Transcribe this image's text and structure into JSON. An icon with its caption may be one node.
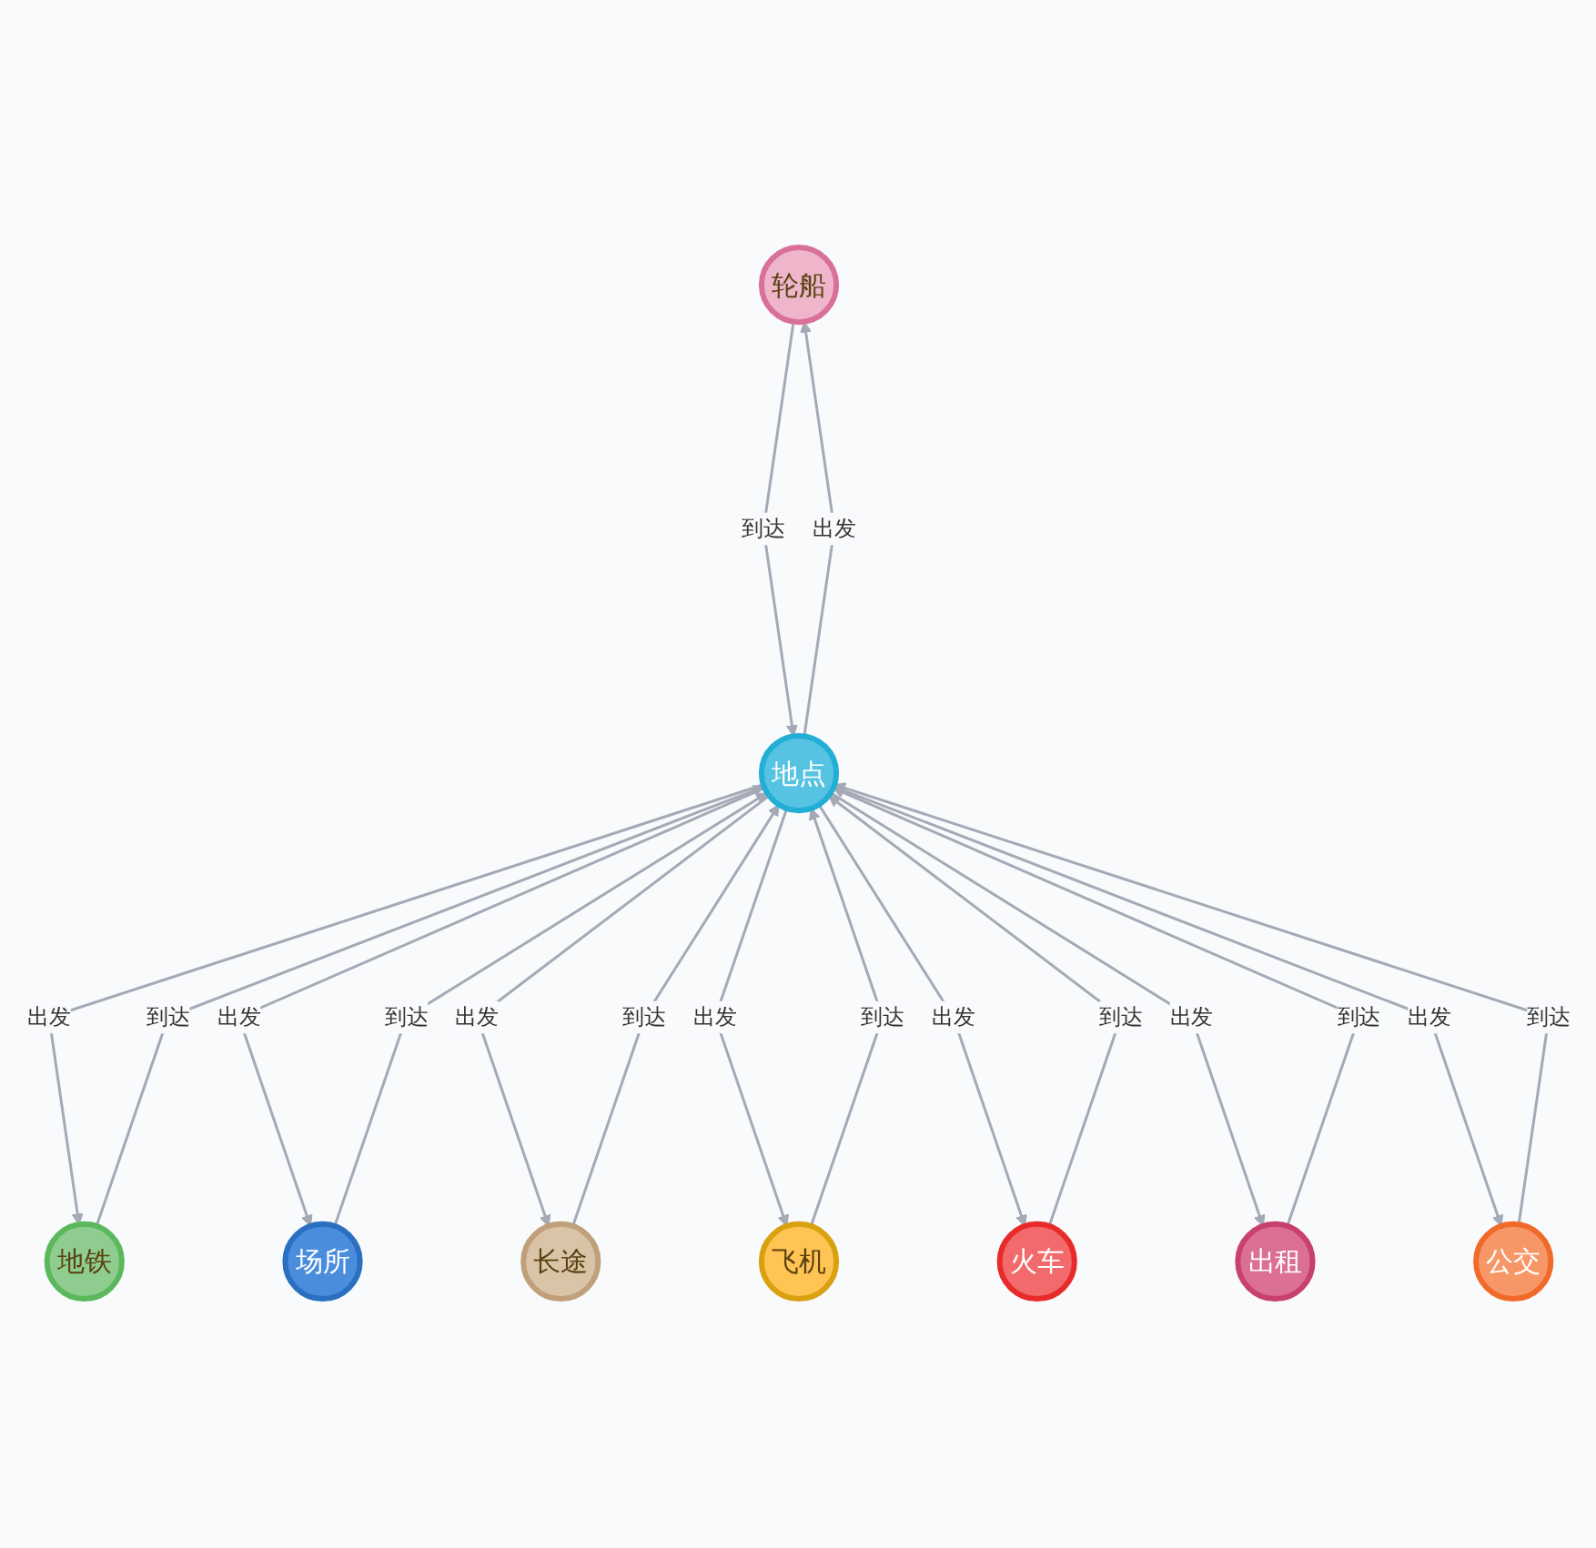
{
  "diagram": {
    "nodes": [
      {
        "text": [
          "轮船"
        ]
      },
      {
        "text": [
          "地铁"
        ]
      },
      {
        "text": [
          "场所"
        ]
      },
      {
        "text": [
          "长途"
        ]
      },
      {
        "text": [
          "地点"
        ]
      },
      {
        "text": [
          "飞机"
        ]
      },
      {
        "text": [
          "火车"
        ]
      },
      {
        "text": [
          "出租"
        ]
      },
      {
        "text": [
          "公交"
        ]
      }
    ],
    "edges": [
      {
        "from": 4,
        "to": 0,
        "arrow": "to",
        "label": "出发"
      },
      {
        "from": 0,
        "to": 4,
        "arrow": "to",
        "label": "到达"
      },
      {
        "from": 4,
        "to": 1,
        "arrow": "to",
        "label": "出发"
      },
      {
        "from": 1,
        "to": 4,
        "arrow": "to",
        "label": "到达"
      },
      {
        "from": 4,
        "to": 2,
        "arrow": "to",
        "label": "出发"
      },
      {
        "from": 2,
        "to": 4,
        "arrow": "to",
        "label": "到达"
      },
      {
        "from": 4,
        "to": 3,
        "arrow": "to",
        "label": "出发"
      },
      {
        "from": 3,
        "to": 4,
        "arrow": "to",
        "label": "到达"
      },
      {
        "from": 4,
        "to": 5,
        "arrow": "to",
        "label": "出发"
      },
      {
        "from": 5,
        "to": 4,
        "arrow": "to",
        "label": "到达"
      },
      {
        "from": 4,
        "to": 6,
        "arrow": "to",
        "label": "出发"
      },
      {
        "from": 6,
        "to": 4,
        "arrow": "to",
        "label": "到达"
      },
      {
        "from": 4,
        "to": 7,
        "arrow": "to",
        "label": "出发"
      },
      {
        "from": 7,
        "to": 4,
        "arrow": "to",
        "label": "到达"
      },
      {
        "from": 4,
        "to": 8,
        "arrow": "to",
        "label": "出发"
      },
      {
        "from": 8,
        "to": 4,
        "arrow": "to",
        "label": "到达"
      }
    ]
  }
}
